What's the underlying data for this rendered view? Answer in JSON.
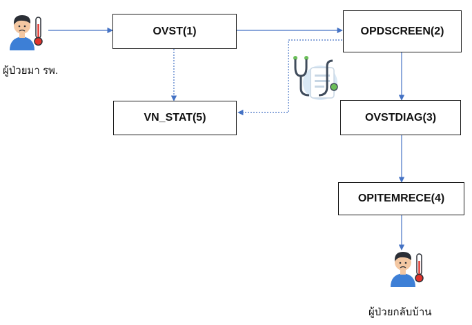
{
  "nodes": {
    "ovst": "OVST(1)",
    "opdscreen": "OPDSCREEN(2)",
    "ovstdiag": "OVSTDIAG(3)",
    "opitemrece": "OPITEMRECE(4)",
    "vn_stat": "VN_STAT(5)"
  },
  "captions": {
    "patient_in": "ผู้ป่วยมา รพ.",
    "patient_out": "ผู้ป่วยกลับบ้าน"
  },
  "colors": {
    "connector": "#4472c4",
    "box_border": "#1a1a1a",
    "patient_shirt": "#3d7fd6",
    "thermometer": "#e0332c"
  },
  "icons": {
    "patient_in": "sick-patient-thermometer-icon",
    "patient_out": "sick-patient-thermometer-icon",
    "opd_screening": "stethoscope-report-icon"
  }
}
